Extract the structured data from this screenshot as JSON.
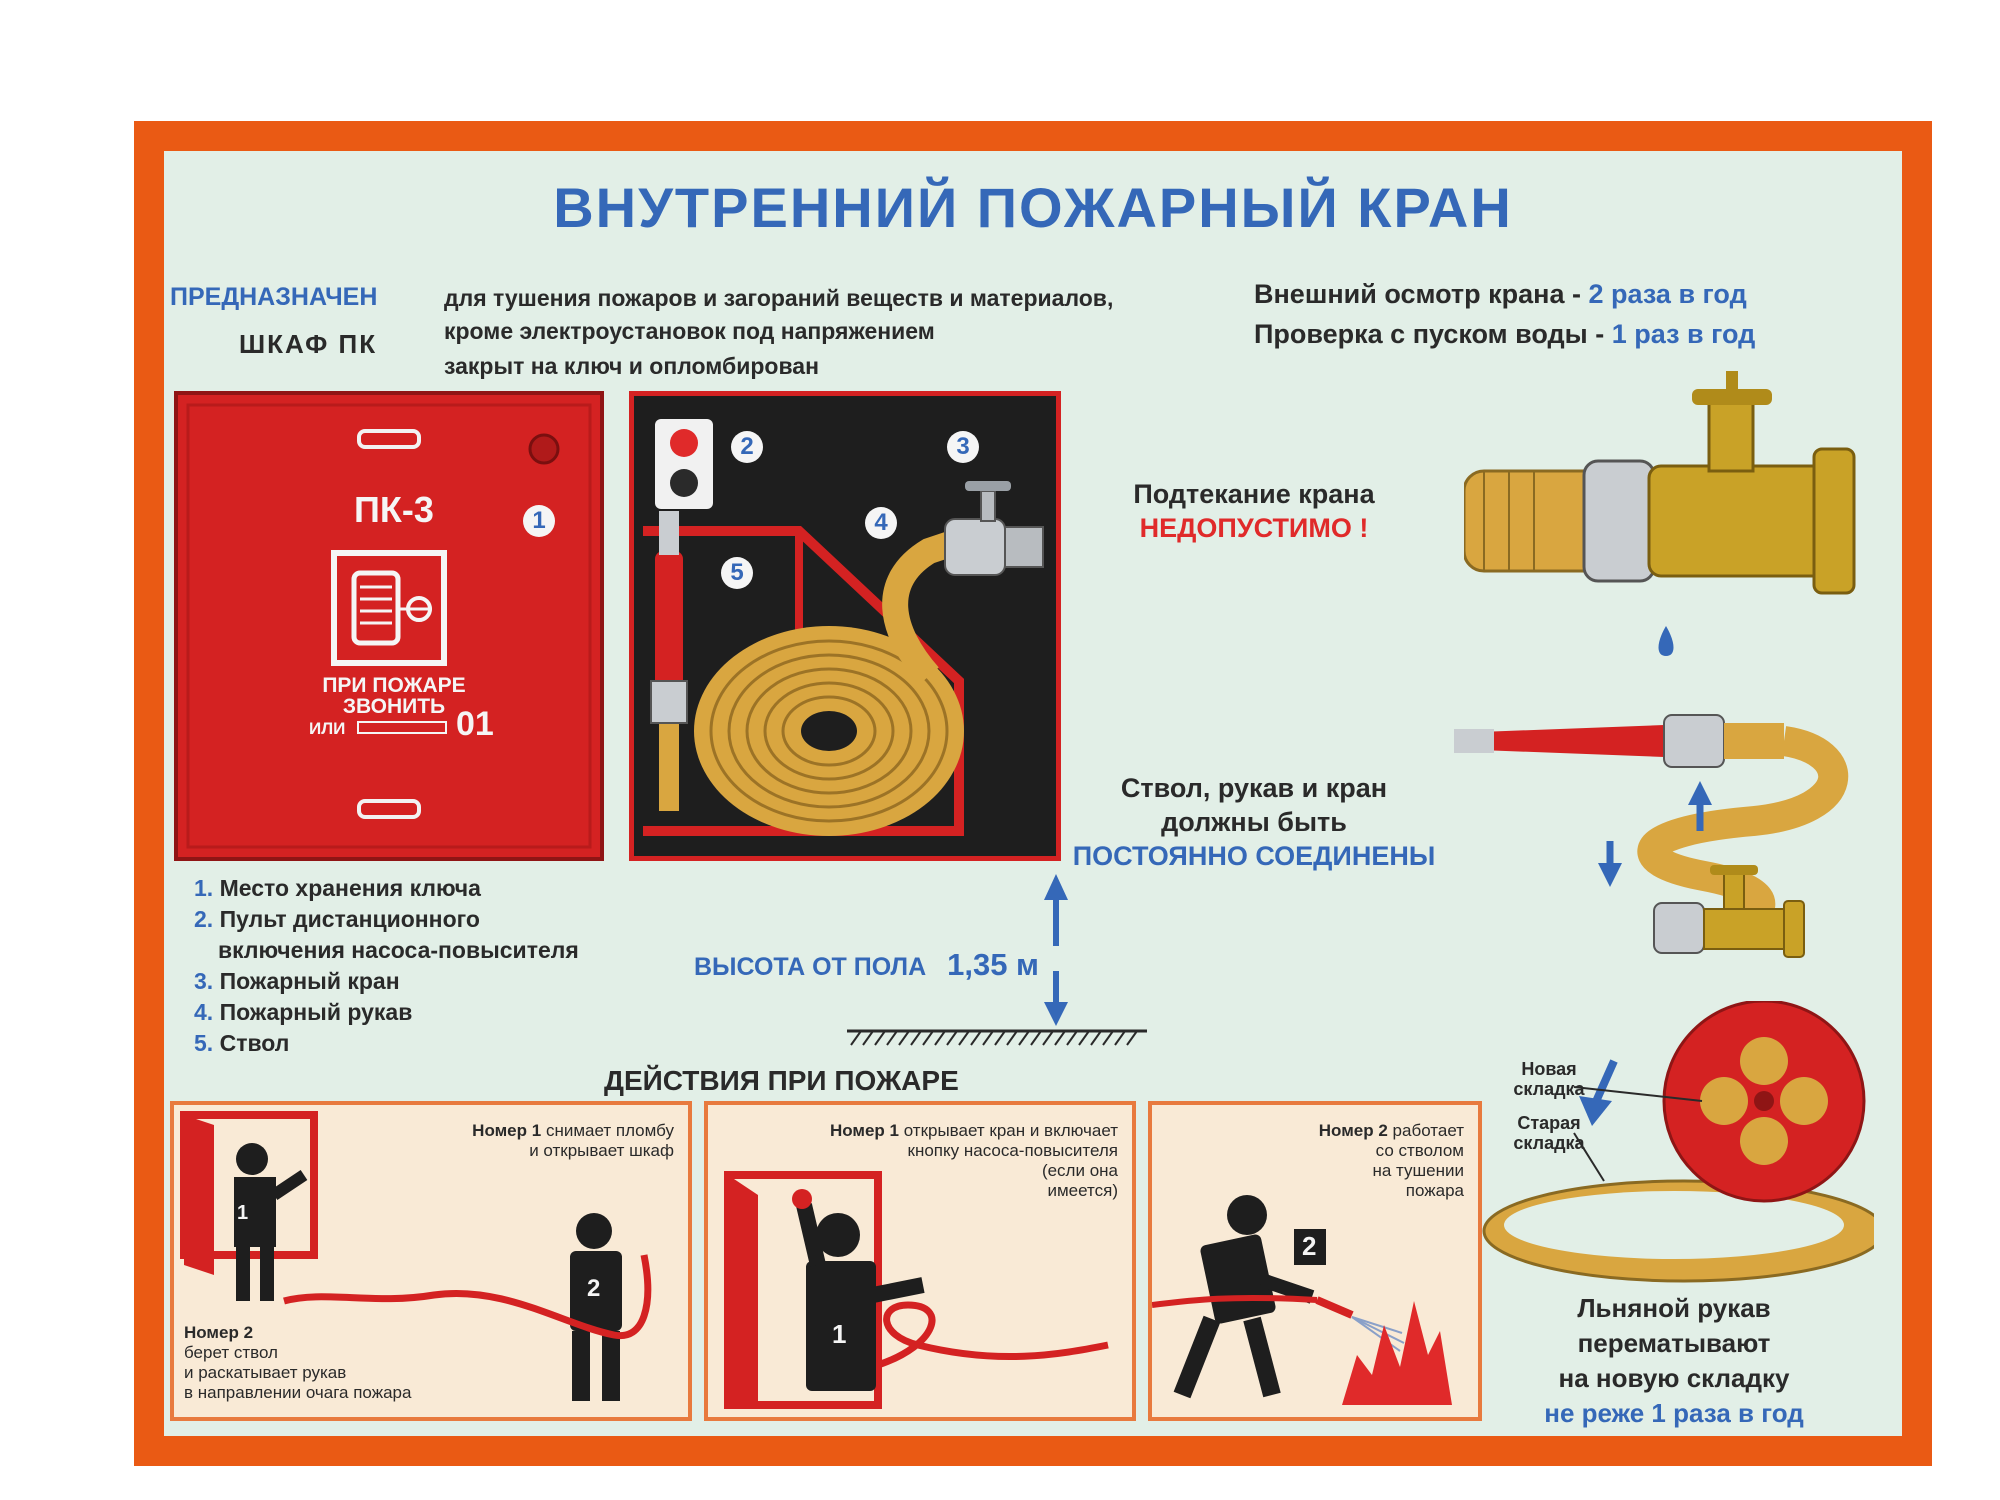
{
  "title": "ВНУТРЕННИЙ ПОЖАРНЫЙ КРАН",
  "purpose": {
    "label": "ПРЕДНАЗНАЧЕН",
    "line1": "для тушения пожаров и загораний веществ и материалов,",
    "line2": "кроме электроустановок под напряжением"
  },
  "cabinet": {
    "label": "ШКАФ ПК",
    "text": "закрыт на ключ и опломбирован"
  },
  "inspection": {
    "external_label": "Внешний осмотр крана -",
    "external_value": "2 раза в год",
    "water_label": "Проверка с пуском воды -",
    "water_value": "1 раз в год"
  },
  "closed_cabinet": {
    "code": "ПК-3",
    "fire_line1": "ПРИ ПОЖАРЕ",
    "fire_line2": "ЗВОНИТЬ",
    "fire_line3": "ИЛИ",
    "phone": "01",
    "marker": "1"
  },
  "open_cabinet": {
    "markers": [
      "2",
      "3",
      "4",
      "5"
    ]
  },
  "legend": [
    {
      "num": "1.",
      "text": "Место хранения ключа"
    },
    {
      "num": "2.",
      "text": "Пульт дистанционного"
    },
    {
      "num": "",
      "text": "включения насоса-повысителя"
    },
    {
      "num": "3.",
      "text": "Пожарный кран"
    },
    {
      "num": "4.",
      "text": "Пожарный рукав"
    },
    {
      "num": "5.",
      "text": "Ствол"
    }
  ],
  "height": {
    "label": "ВЫСОТА ОТ ПОЛА",
    "value": "1,35 м"
  },
  "leak": {
    "line1": "Подтекание крана",
    "line2": "НЕДОПУСТИМО !"
  },
  "connected": {
    "line1": "Ствол, рукав и кран",
    "line2": "должны быть",
    "line3": "ПОСТОЯННО СОЕДИНЕНЫ"
  },
  "actions_title": "ДЕЙСТВИЯ ПРИ ПОЖАРЕ",
  "panels": [
    {
      "top_num": "Номер 1",
      "top_text1": "снимает пломбу",
      "top_text2": "и открывает шкаф",
      "bottom_num": "Номер 2",
      "bottom_text1": "берет ствол",
      "bottom_text2": "и раскатывает рукав",
      "bottom_text3": "в направлении очага пожара",
      "fig1": "1",
      "fig2": "2"
    },
    {
      "top_num": "Номер 1",
      "top_text1": "открывает кран  и включает",
      "top_text2": "кнопку насоса-повысителя",
      "top_text3": "(если она",
      "top_text4": "имеется)",
      "fig1": "1"
    },
    {
      "top_num": "Номер 2",
      "top_text1": "работает",
      "top_text2": "со стволом",
      "top_text3": "на тушении",
      "top_text4": "пожара",
      "fig2": "2"
    }
  ],
  "reel": {
    "new_label1": "Новая",
    "new_label2": "складка",
    "old_label1": "Старая",
    "old_label2": "складка",
    "line1": "Льняной рукав",
    "line2": "перематывают",
    "line3": "на новую складку",
    "line4": "не реже 1 раза в год"
  },
  "colors": {
    "frame": "#ea5a14",
    "background": "#e2efe7",
    "accent_blue": "#3568b8",
    "accent_red": "#e02a2a",
    "cabinet_red": "#d42222",
    "hose": "#d9a640"
  }
}
